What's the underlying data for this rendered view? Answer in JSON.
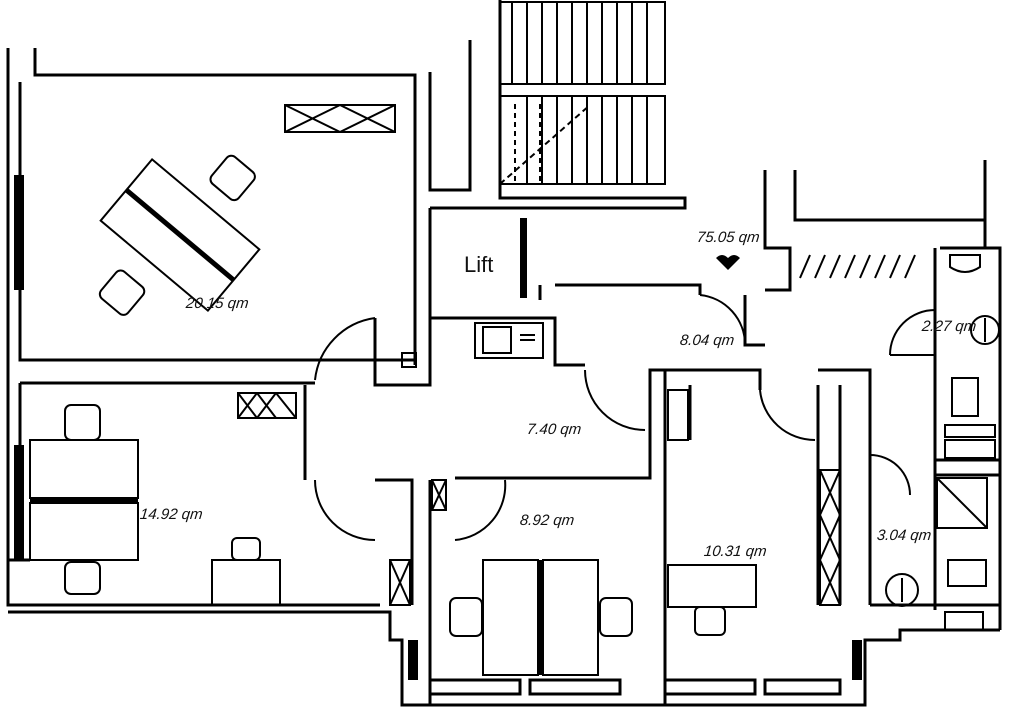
{
  "plan": {
    "total_area": "75.05 qm",
    "lift_label": "Lift",
    "rooms": [
      {
        "name": "office-top-left",
        "area": "20.15 qm"
      },
      {
        "name": "office-left",
        "area": "14.92 qm"
      },
      {
        "name": "hallway",
        "area": "7.40 qm"
      },
      {
        "name": "small-room",
        "area": "8.04 qm"
      },
      {
        "name": "office-bottom-middle",
        "area": "8.92 qm"
      },
      {
        "name": "office-bottom-right",
        "area": "10.31 qm"
      },
      {
        "name": "wc-upper",
        "area": "2.27 qm"
      },
      {
        "name": "wc-lower",
        "area": "3.04 qm"
      }
    ]
  }
}
